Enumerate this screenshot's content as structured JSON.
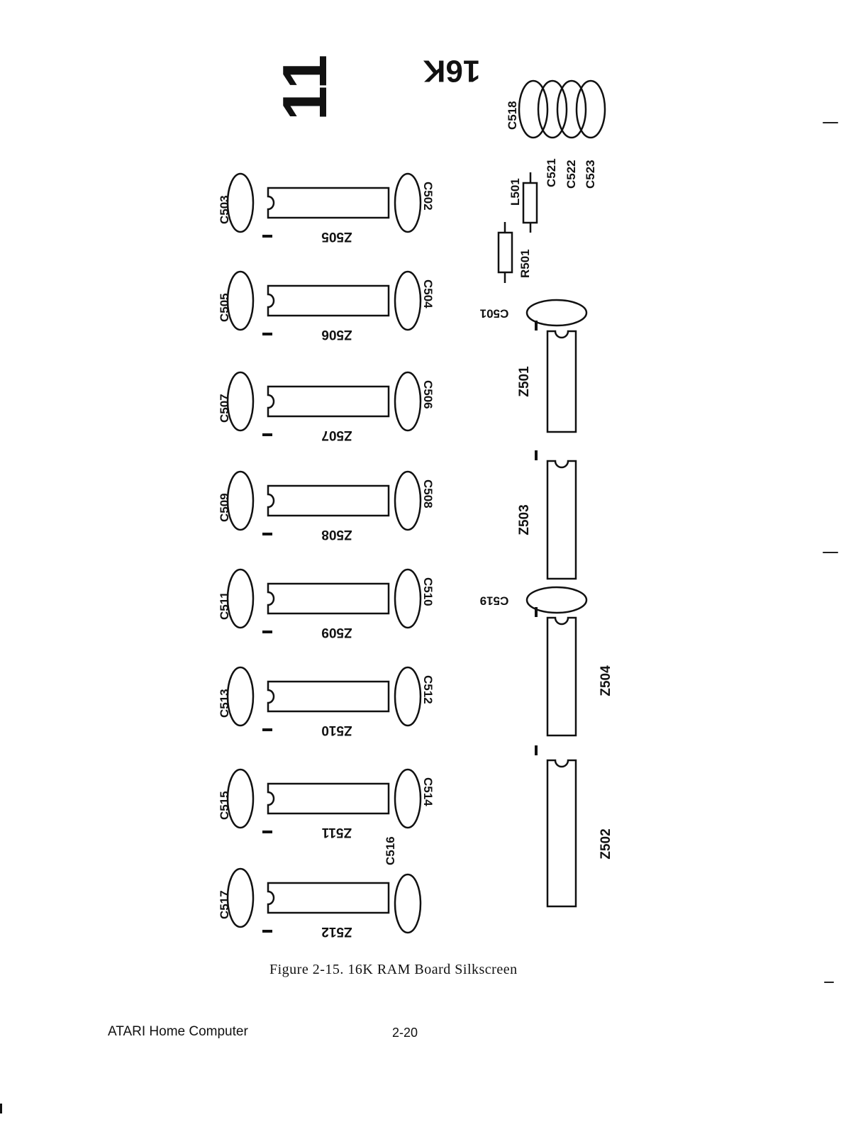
{
  "board": {
    "page_number_mark": "11",
    "size_label": "16K",
    "decoupling_group": [
      "C518",
      "C521",
      "C522",
      "C523"
    ],
    "inductor": "L501",
    "resistor": "R501",
    "pin_one_mark": "1",
    "left_column": [
      {
        "chip": "Z505",
        "left_cap": "C503",
        "right_cap": "C502"
      },
      {
        "chip": "Z506",
        "left_cap": "C505",
        "right_cap": "C504"
      },
      {
        "chip": "Z507",
        "left_cap": "C507",
        "right_cap": "C506"
      },
      {
        "chip": "Z508",
        "left_cap": "C509",
        "right_cap": "C508"
      },
      {
        "chip": "Z509",
        "left_cap": "C511",
        "right_cap": "C510"
      },
      {
        "chip": "Z510",
        "left_cap": "C513",
        "right_cap": "C512"
      },
      {
        "chip": "Z511",
        "left_cap": "C515",
        "right_cap": "C514"
      },
      {
        "chip": "Z512",
        "left_cap": "C517",
        "right_cap": "C516"
      }
    ],
    "right_column": [
      {
        "chip": "Z501",
        "cap": "C501"
      },
      {
        "chip": "Z503",
        "cap": ""
      },
      {
        "chip": "Z504",
        "cap": "C519"
      },
      {
        "chip": "Z502",
        "cap": ""
      }
    ]
  },
  "caption": "Figure 2-15. 16K RAM Board Silkscreen",
  "footer": {
    "left": "ATARI Home Computer",
    "right": "2-20"
  }
}
